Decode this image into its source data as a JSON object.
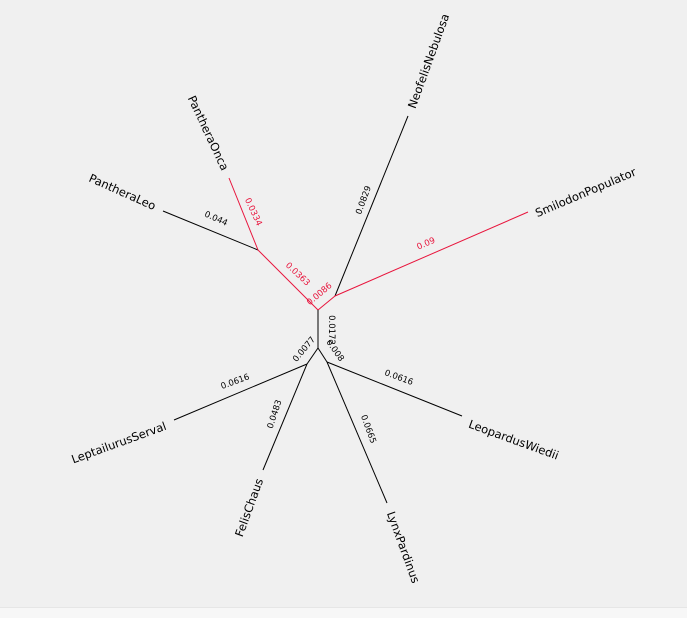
{
  "colors": {
    "normal": "#000000",
    "highlight": "#e8143c",
    "background": "#f0f0f0"
  },
  "tree": {
    "taxa": [
      {
        "key": "neofelis",
        "name": "NeofelisNebulosa",
        "highlight": false
      },
      {
        "key": "smilodon",
        "name": "SmilodonPopulator",
        "highlight": false
      },
      {
        "key": "pantherleo",
        "name": "PantheraLeo",
        "highlight": false
      },
      {
        "key": "pantheronca",
        "name": "PantheraOnca",
        "highlight": false
      },
      {
        "key": "leptailurus",
        "name": "LeptailurusServal",
        "highlight": false
      },
      {
        "key": "felischaus",
        "name": "FelisChaus",
        "highlight": false
      },
      {
        "key": "lynxpardinus",
        "name": "LynxPardinus",
        "highlight": false
      },
      {
        "key": "leoparduswiedii",
        "name": "LeopardusWiedii",
        "highlight": false
      }
    ],
    "branches": [
      {
        "key": "neofelis",
        "length": "0.0829",
        "highlight": false
      },
      {
        "key": "smilodon",
        "length": "0.09",
        "highlight": true
      },
      {
        "key": "pantherleo",
        "length": "0.044",
        "highlight": false
      },
      {
        "key": "pantheronca",
        "length": "0.0334",
        "highlight": true
      },
      {
        "key": "panthera_stem",
        "length": "0.0363",
        "highlight": true
      },
      {
        "key": "smilodon_stem",
        "length": "0.0086",
        "highlight": true
      },
      {
        "key": "root_stem",
        "length": "0.0172",
        "highlight": false
      },
      {
        "key": "felis_clade_stem",
        "length": "0.0077",
        "highlight": false
      },
      {
        "key": "leptailurus",
        "length": "0.0616",
        "highlight": false
      },
      {
        "key": "felischaus",
        "length": "0.0483",
        "highlight": false
      },
      {
        "key": "lynx_stem",
        "length": "0.008",
        "highlight": false
      },
      {
        "key": "lynxpardinus",
        "length": "0.0665",
        "highlight": false
      },
      {
        "key": "leoparduswiedii",
        "length": "0.0616",
        "highlight": false
      }
    ]
  }
}
